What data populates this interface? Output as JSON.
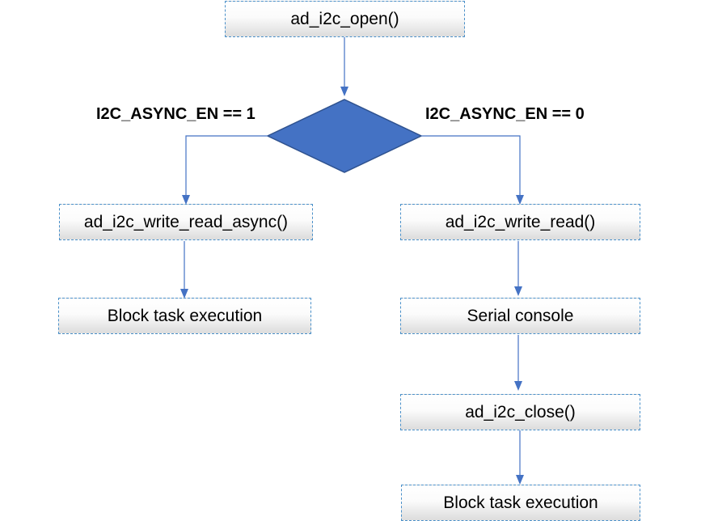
{
  "colors": {
    "box_border": "#4a90c9",
    "connector": "#4472c4",
    "decision_fill": "#4472c4",
    "decision_stroke": "#2f528f"
  },
  "nodes": {
    "open": "ad_i2c_open()",
    "write_read_async": "ad_i2c_write_read_async()",
    "block_task_left": "Block task execution",
    "write_read": "ad_i2c_write_read()",
    "serial_console": "Serial console",
    "close": "ad_i2c_close()",
    "block_task_right": "Block task execution"
  },
  "branches": {
    "left_label": "I2C_ASYNC_EN == 1",
    "right_label": "I2C_ASYNC_EN == 0"
  }
}
